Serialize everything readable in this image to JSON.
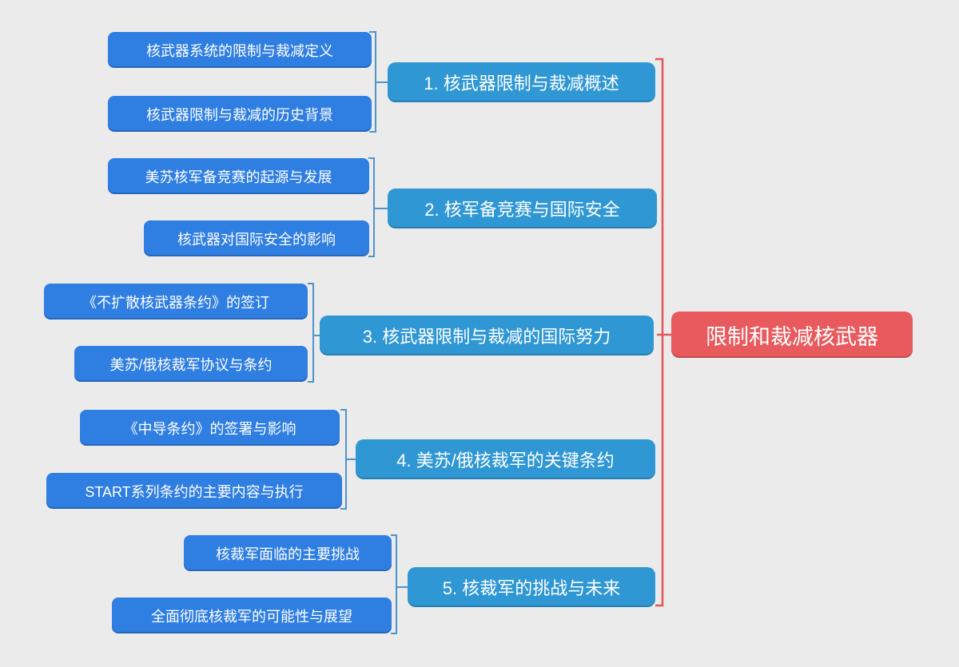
{
  "root": {
    "label": "限制和裁减核武器"
  },
  "branches": [
    {
      "label": "1. 核武器限制与裁减概述",
      "children": [
        {
          "label": "核武器系统的限制与裁减定义"
        },
        {
          "label": "核武器限制与裁减的历史背景"
        }
      ]
    },
    {
      "label": "2. 核军备竞赛与国际安全",
      "children": [
        {
          "label": "美苏核军备竞赛的起源与发展"
        },
        {
          "label": "核武器对国际安全的影响"
        }
      ]
    },
    {
      "label": "3. 核武器限制与裁减的国际努力",
      "children": [
        {
          "label": "《不扩散核武器条约》的签订"
        },
        {
          "label": "美苏/俄核裁军协议与条约"
        }
      ]
    },
    {
      "label": "4. 美苏/俄核裁军的关键条约",
      "children": [
        {
          "label": "《中导条约》的签署与影响"
        },
        {
          "label": "START系列条约的主要内容与执行"
        }
      ]
    },
    {
      "label": "5. 核裁军的挑战与未来",
      "children": [
        {
          "label": "核裁军面临的主要挑战"
        },
        {
          "label": "全面彻底核裁军的可能性与展望"
        }
      ]
    }
  ],
  "colors": {
    "background": "#EBEBEB",
    "root_node": "#E85A5D",
    "branch_node": "#2F97D3",
    "leaf_node": "#2F7EE2",
    "leaf_bracket": "#4E95C9",
    "root_bracket": "#E2575B",
    "text": "#FFFFFF"
  }
}
